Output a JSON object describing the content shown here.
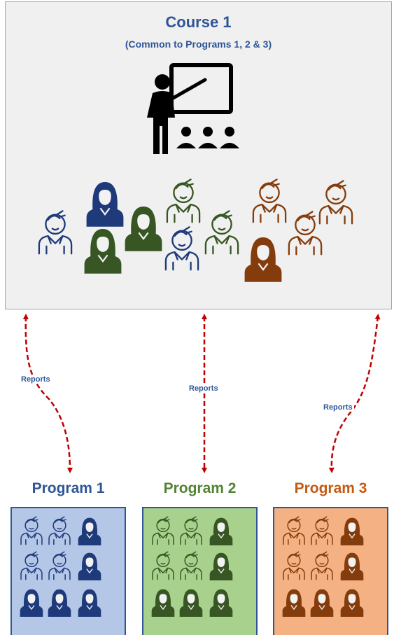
{
  "course": {
    "title": "Course 1",
    "subtitle": "(Common to Programs 1, 2 & 3)"
  },
  "connectors": [
    {
      "label": "Reports"
    },
    {
      "label": "Reports"
    },
    {
      "label": "Reports"
    }
  ],
  "programs": [
    {
      "title": "Program 1",
      "title_color": "#2f5597",
      "box_fill": "#b4c7e7",
      "student_color": "#1f3a7a"
    },
    {
      "title": "Program 2",
      "title_color": "#548235",
      "box_fill": "#a9d18e",
      "student_color": "#375623"
    },
    {
      "title": "Program 3",
      "title_color": "#c55a11",
      "box_fill": "#f4b183",
      "student_color": "#843c0c"
    }
  ],
  "colors": {
    "heading_blue": "#2f5597",
    "arrow_red": "#c00000",
    "teacher_black": "#000000"
  }
}
